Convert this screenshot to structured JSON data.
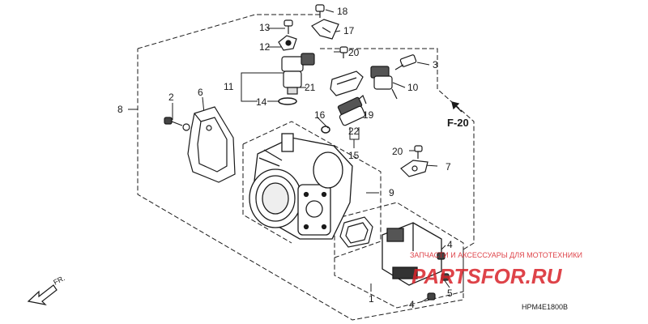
{
  "diagram": {
    "callouts": {
      "c1": "1",
      "c2": "2",
      "c3": "3",
      "c4a": "4",
      "c4b": "4",
      "c5": "5",
      "c6": "6",
      "c7": "7",
      "c8": "8",
      "c9": "9",
      "c10": "10",
      "c11": "11",
      "c12": "12",
      "c13": "13",
      "c14": "14",
      "c15": "15",
      "c16": "16",
      "c17": "17",
      "c18": "18",
      "c19": "19",
      "c20a": "20",
      "c20b": "20",
      "c21": "21",
      "c22": "22"
    },
    "ref_label": "F-20",
    "direction_label": "FR.",
    "diagram_code": "HPM4E1800B"
  },
  "watermark": {
    "tagline": "ЗАПЧАСТИ И АКСЕССУАРЫ ДЛЯ МОТОТЕХНИКИ",
    "brand": "PARTSFOR.RU"
  },
  "colors": {
    "line": "#1a1a1a",
    "watermark": "#d9232a"
  }
}
